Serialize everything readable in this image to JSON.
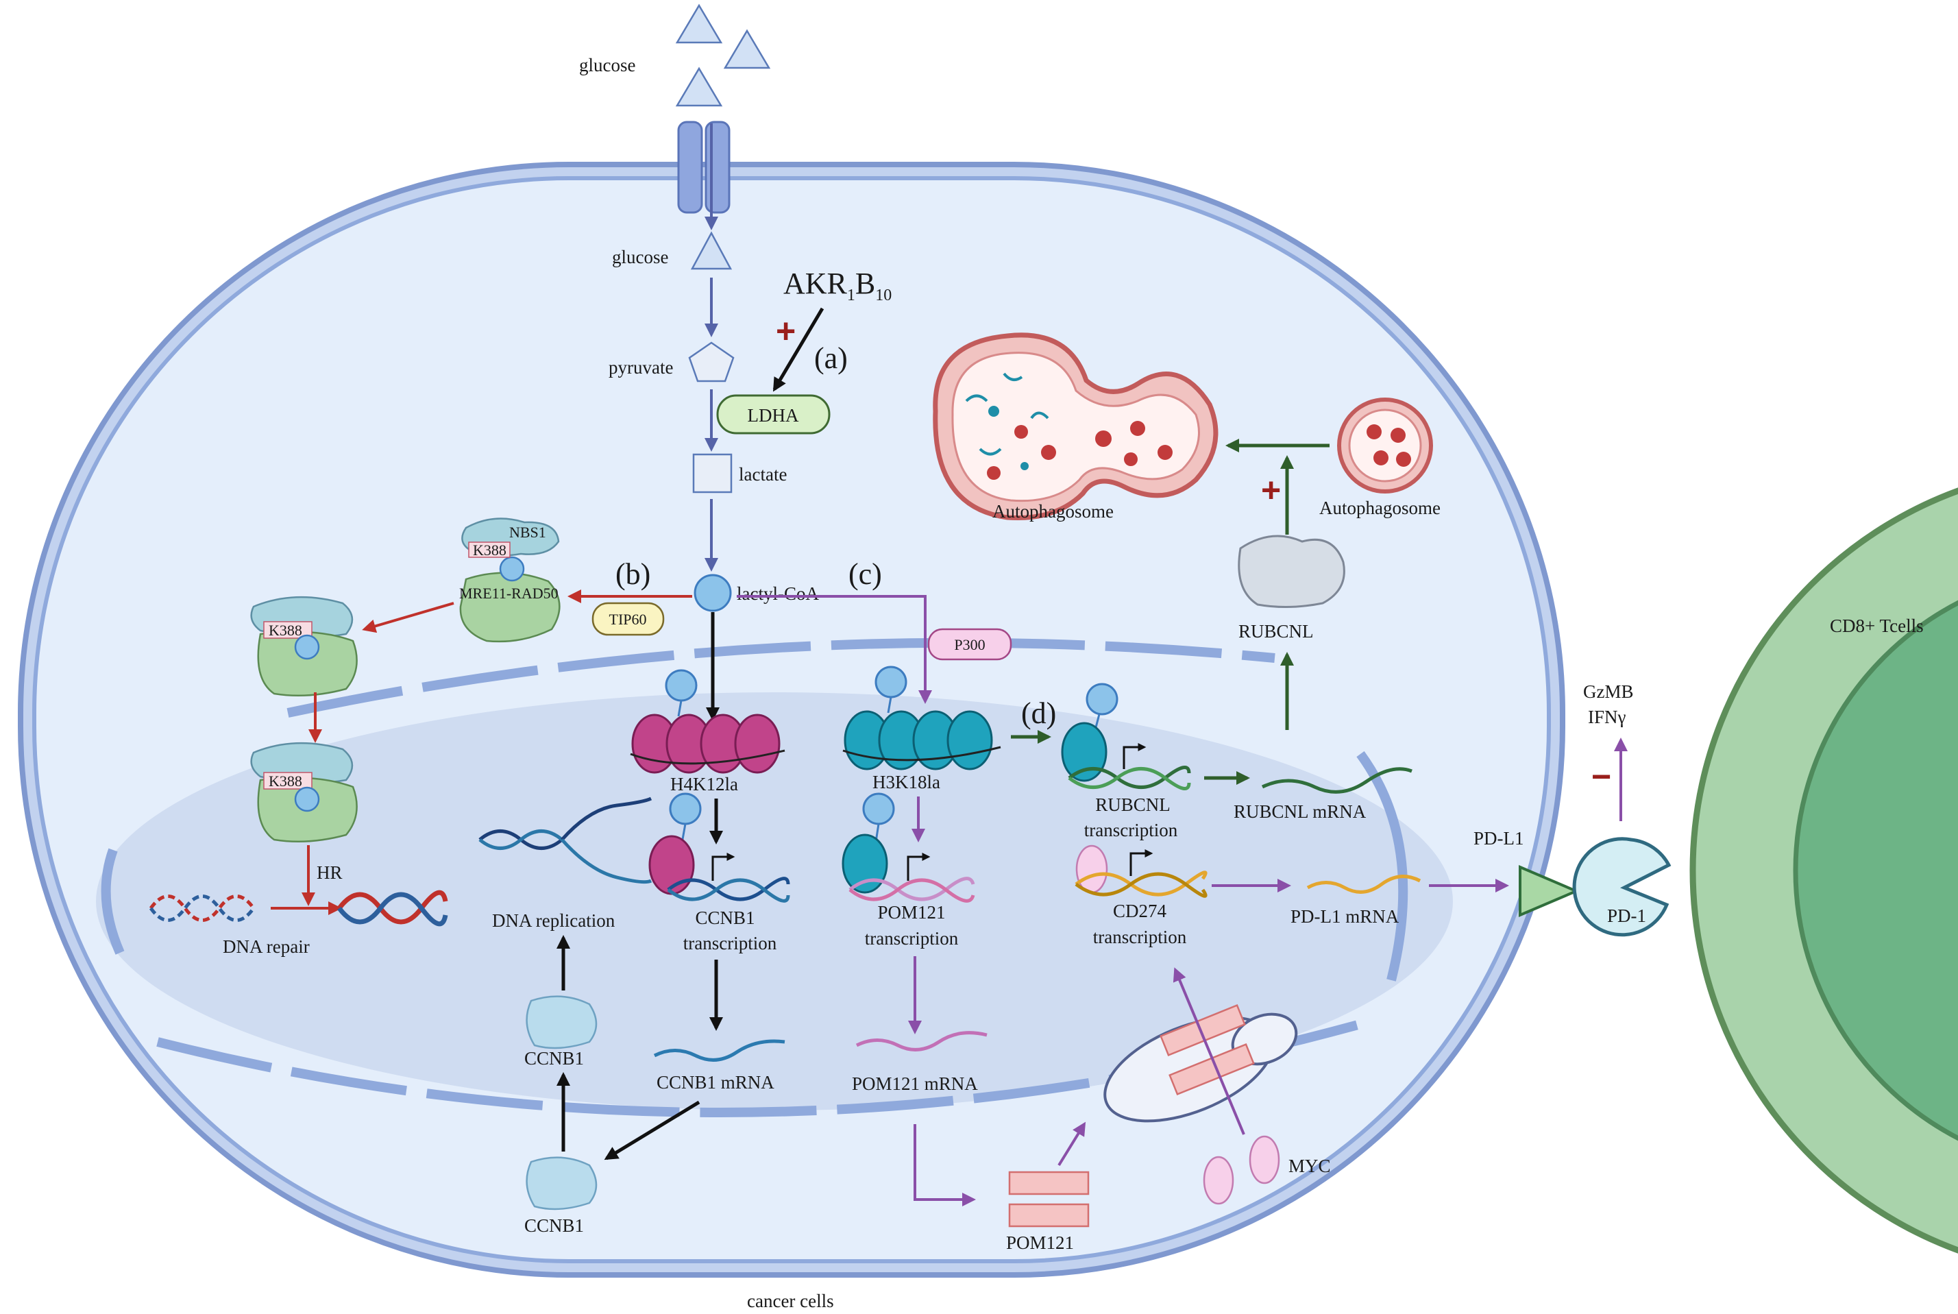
{
  "labels": {
    "glucose_outside": "glucose",
    "glucose_inside": "glucose",
    "pyruvate": "pyruvate",
    "lactate": "lactate",
    "lactyl_coa": "lactyl-CoA",
    "akr_main": "AKR",
    "akr_sub1": "1",
    "akr_b": "B",
    "akr_sub2": "10",
    "ldha": "LDHA",
    "tag_a": "(a)",
    "tag_b": "(b)",
    "tag_c": "(c)",
    "tag_d": "(d)",
    "plus": "+",
    "minus": "−",
    "nbs1": "NBS1",
    "k388": "K388",
    "mre11": "MRE11-RAD50",
    "tip60": "TIP60",
    "p300": "P300",
    "hr": "HR",
    "dna_repair": "DNA repair",
    "dna_replication": "DNA replication",
    "h4k12la": "H4K12la",
    "h3k18la": "H3K18la",
    "ccnb1_transcription_1": "CCNB1",
    "ccnb1_transcription_2": "transcription",
    "pom121_transcription_1": "POM121",
    "pom121_transcription_2": "transcription",
    "rubcnl_transcription_1": "RUBCNL",
    "rubcnl_transcription_2": "transcription",
    "cd274_transcription_1": "CD274",
    "cd274_transcription_2": "transcription",
    "ccnb1_mrna": "CCNB1 mRNA",
    "pom121_mrna": "POM121 mRNA",
    "rubcnl_mrna": "RUBCNL mRNA",
    "pdl1_mrna": "PD-L1 mRNA",
    "ccnb1_protein_upper": "CCNB1",
    "ccnb1_protein_lower": "CCNB1",
    "pom121_protein": "POM121",
    "myc": "MYC",
    "rubcnl_protein": "RUBCNL",
    "autophagosome_left": "Autophagosome",
    "autophagosome_right": "Autophagosome",
    "pdl1": "PD-L1",
    "pd1": "PD-1",
    "gzmb": "GzMB",
    "ifng": "IFNγ",
    "cd8": "CD8+ Tcells",
    "cancer_cells": "cancer cells"
  },
  "colors": {
    "membrane": "#8fa9dc",
    "cytoplasm": "#e4eefb",
    "nucleus": "#cfdcf1",
    "glycolysis_arrow": "#5563a8",
    "repair_arrow": "#c0312b",
    "black_arrow": "#111111",
    "purple_arrow": "#8a4fa8",
    "green_arrow": "#2f5e2a",
    "tcell_outer": "#a9d3ab",
    "tcell_inner": "#6db486"
  }
}
